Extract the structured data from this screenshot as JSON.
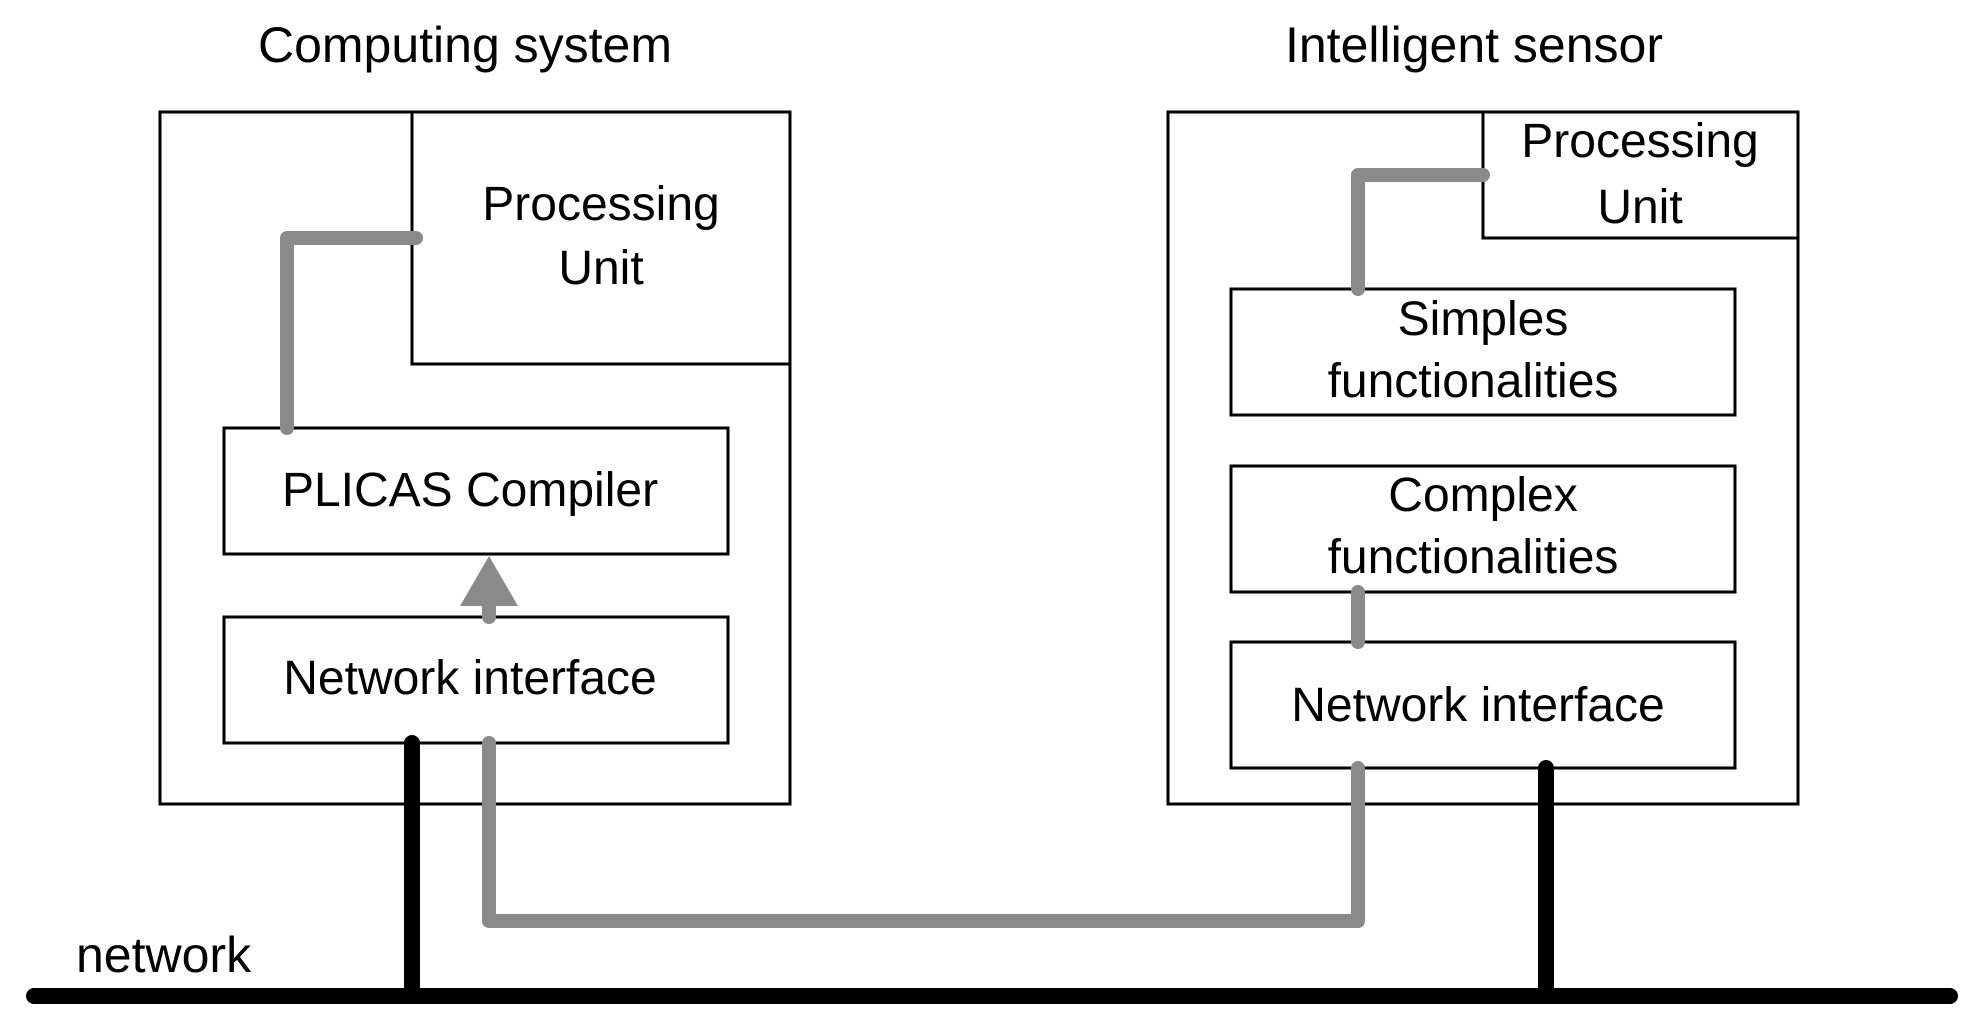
{
  "computing_system": {
    "title": "Computing system",
    "processing_unit": {
      "line1": "Processing",
      "line2": "Unit"
    },
    "compiler": "PLICAS Compiler",
    "network_interface": "Network interface"
  },
  "intelligent_sensor": {
    "title": "Intelligent sensor",
    "processing_unit": {
      "line1": "Processing",
      "line2": "Unit"
    },
    "simple": {
      "line1": "Simples",
      "line2": "functionalities"
    },
    "complex": {
      "line1": "Complex",
      "line2": "functionalities"
    },
    "network_interface": "Network interface"
  },
  "network": {
    "label": "network"
  },
  "colors": {
    "outline": "#000000",
    "data_path": "#8a8a8a",
    "network_bus": "#000000",
    "background": "#ffffff"
  }
}
